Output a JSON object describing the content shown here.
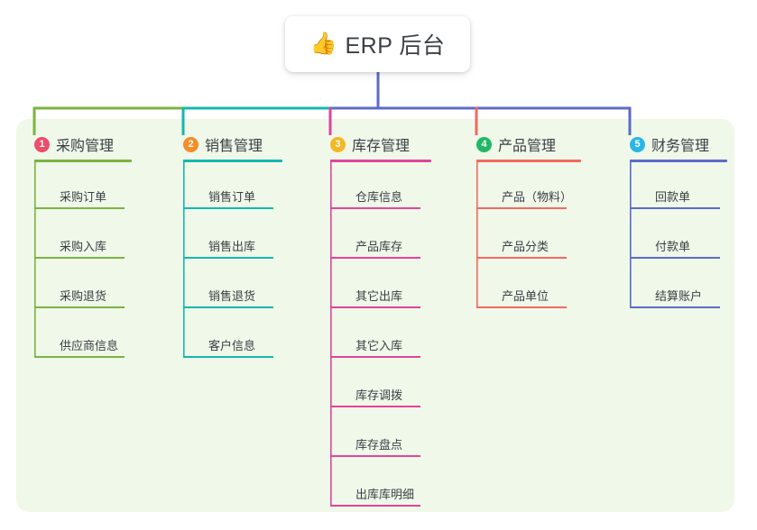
{
  "root": {
    "icon": "thumbs-up-icon",
    "icon_glyph": "👍",
    "title": "ERP 后台"
  },
  "diagram": {
    "type": "mind-map",
    "panel_background": "#eff8e9",
    "branch_count": 5
  },
  "branches": [
    {
      "number": "1",
      "label": "采购管理",
      "badge_color": "#ef4c6b",
      "line_color": "#7cb342",
      "items": [
        "采购订单",
        "采购入库",
        "采购退货",
        "供应商信息"
      ]
    },
    {
      "number": "2",
      "label": "销售管理",
      "badge_color": "#f78c28",
      "line_color": "#14b8ae",
      "items": [
        "销售订单",
        "销售出库",
        "销售退货",
        "客户信息"
      ]
    },
    {
      "number": "3",
      "label": "库存管理",
      "badge_color": "#f5b722",
      "line_color": "#e0459a",
      "items": [
        "仓库信息",
        "产品库存",
        "其它出库",
        "其它入库",
        "库存调拨",
        "库存盘点",
        "出库库明细"
      ]
    },
    {
      "number": "4",
      "label": "产品管理",
      "badge_color": "#22b765",
      "line_color": "#f4695f",
      "items": [
        "产品（物料）",
        "产品分类",
        "产品单位"
      ]
    },
    {
      "number": "5",
      "label": "财务管理",
      "badge_color": "#29b6e8",
      "line_color": "#5c6bc8",
      "items": [
        "回款单",
        "付款单",
        "结算账户"
      ]
    }
  ]
}
